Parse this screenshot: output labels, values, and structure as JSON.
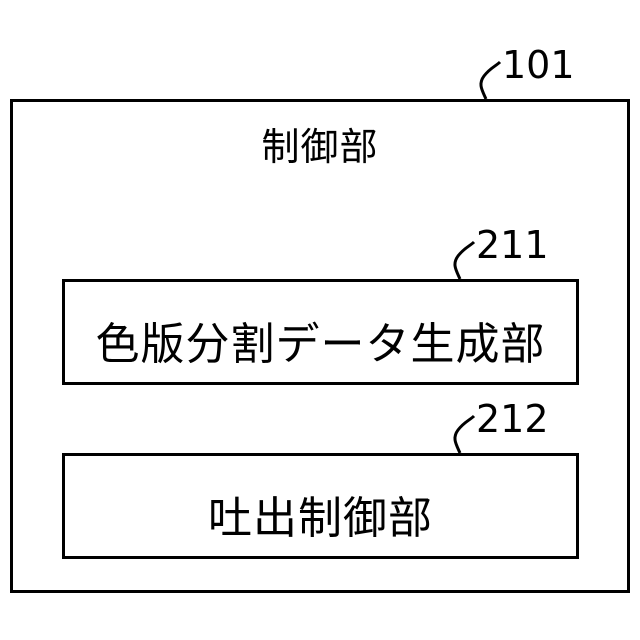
{
  "diagram": {
    "outer_box": {
      "label": "制御部",
      "ref": "101"
    },
    "inner_boxes": [
      {
        "label": "色版分割データ生成部",
        "ref": "211"
      },
      {
        "label": "吐出制御部",
        "ref": "212"
      }
    ],
    "colors": {
      "line": "#000000",
      "background": "#ffffff"
    }
  }
}
